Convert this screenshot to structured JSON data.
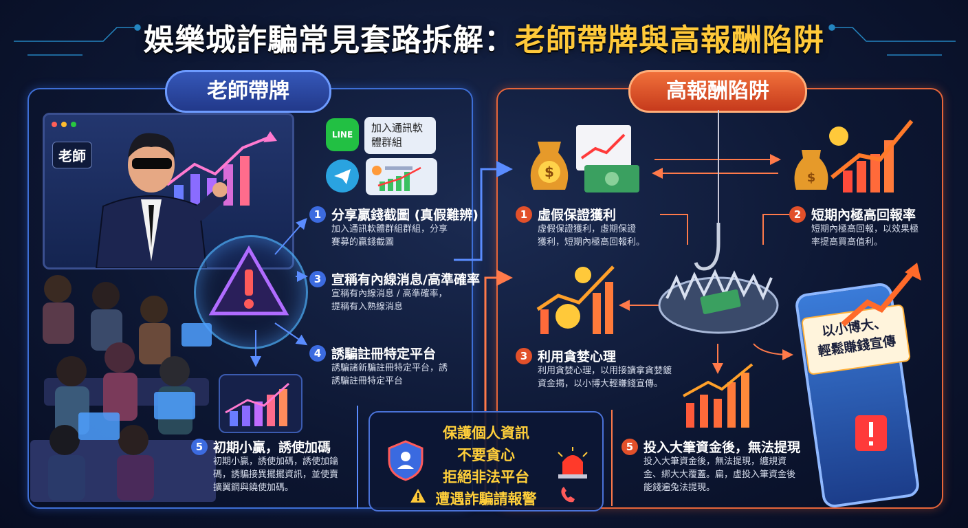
{
  "title": {
    "part1": "娛樂城詐騙常見套路拆解：",
    "part2": "老師帶牌與高報酬陷阱"
  },
  "left": {
    "header": "老師帶牌",
    "teacher_label": "老師",
    "chat_bubble": "加入通訊軟體群組",
    "line_icon": "LINE",
    "steps": [
      {
        "num": "1",
        "title": "分享贏錢截圖 (真假難辨)",
        "desc": [
          "加入通訊軟體群組群組，分享",
          "賽募的贏錢截圖"
        ]
      },
      {
        "num": "3",
        "title": "宣稱有內線消息/高準確率",
        "desc": [
          "宣稱有內線消息 / 高準確率，",
          "提稱有入熟線消息"
        ]
      },
      {
        "num": "4",
        "title": "誘騙註冊特定平台",
        "desc": [
          "誘騙諸新騙註冊特定平台，誘",
          "誘騙註冊特定平台"
        ]
      },
      {
        "num": "5",
        "title": "初期小贏，誘使加碼",
        "desc": [
          "初期小贏，誘使加碼，誘使加鑰",
          "碼，誘騙接異擺擺資訊，並使賣",
          "擴翼鋼與鐃使加碼。"
        ]
      }
    ]
  },
  "right": {
    "header": "高報酬陷阱",
    "steps": [
      {
        "num": "1",
        "title": "虛假保證獲利",
        "desc": [
          "虛假保證獲利，虛期保證",
          "獲利，短期內極高回報利。"
        ]
      },
      {
        "num": "2",
        "title": "短期內極高回報率",
        "desc": [
          "短期內極高回報，以效果極",
          "率提高買高值利。"
        ]
      },
      {
        "num": "3",
        "title": "利用貪婪心理",
        "desc": [
          "利用貪婪心理，以用接讀拿貪婪鍍",
          "資金揭，以小博大輕賺錢宣傳。"
        ]
      },
      {
        "num": "5",
        "title": "投入大筆資金後，無法提現",
        "desc": [
          "投入大筆資金後，無法提現，纏規資",
          "金、綁大大覆蓋。扁，虛投入筆資金後",
          "能錢遍兔法提現。"
        ]
      }
    ],
    "phone_banner": [
      "以小博大、",
      "輕鬆賺錢宣傳"
    ]
  },
  "protect": {
    "lines": [
      "保護個人資訊",
      "不要貪心",
      "拒絕非法平台",
      "遭遇詐騙請報警"
    ]
  },
  "colors": {
    "blue_accent": "#3e6fd6",
    "red_accent": "#e8663a",
    "gold": "#ffc93a"
  }
}
